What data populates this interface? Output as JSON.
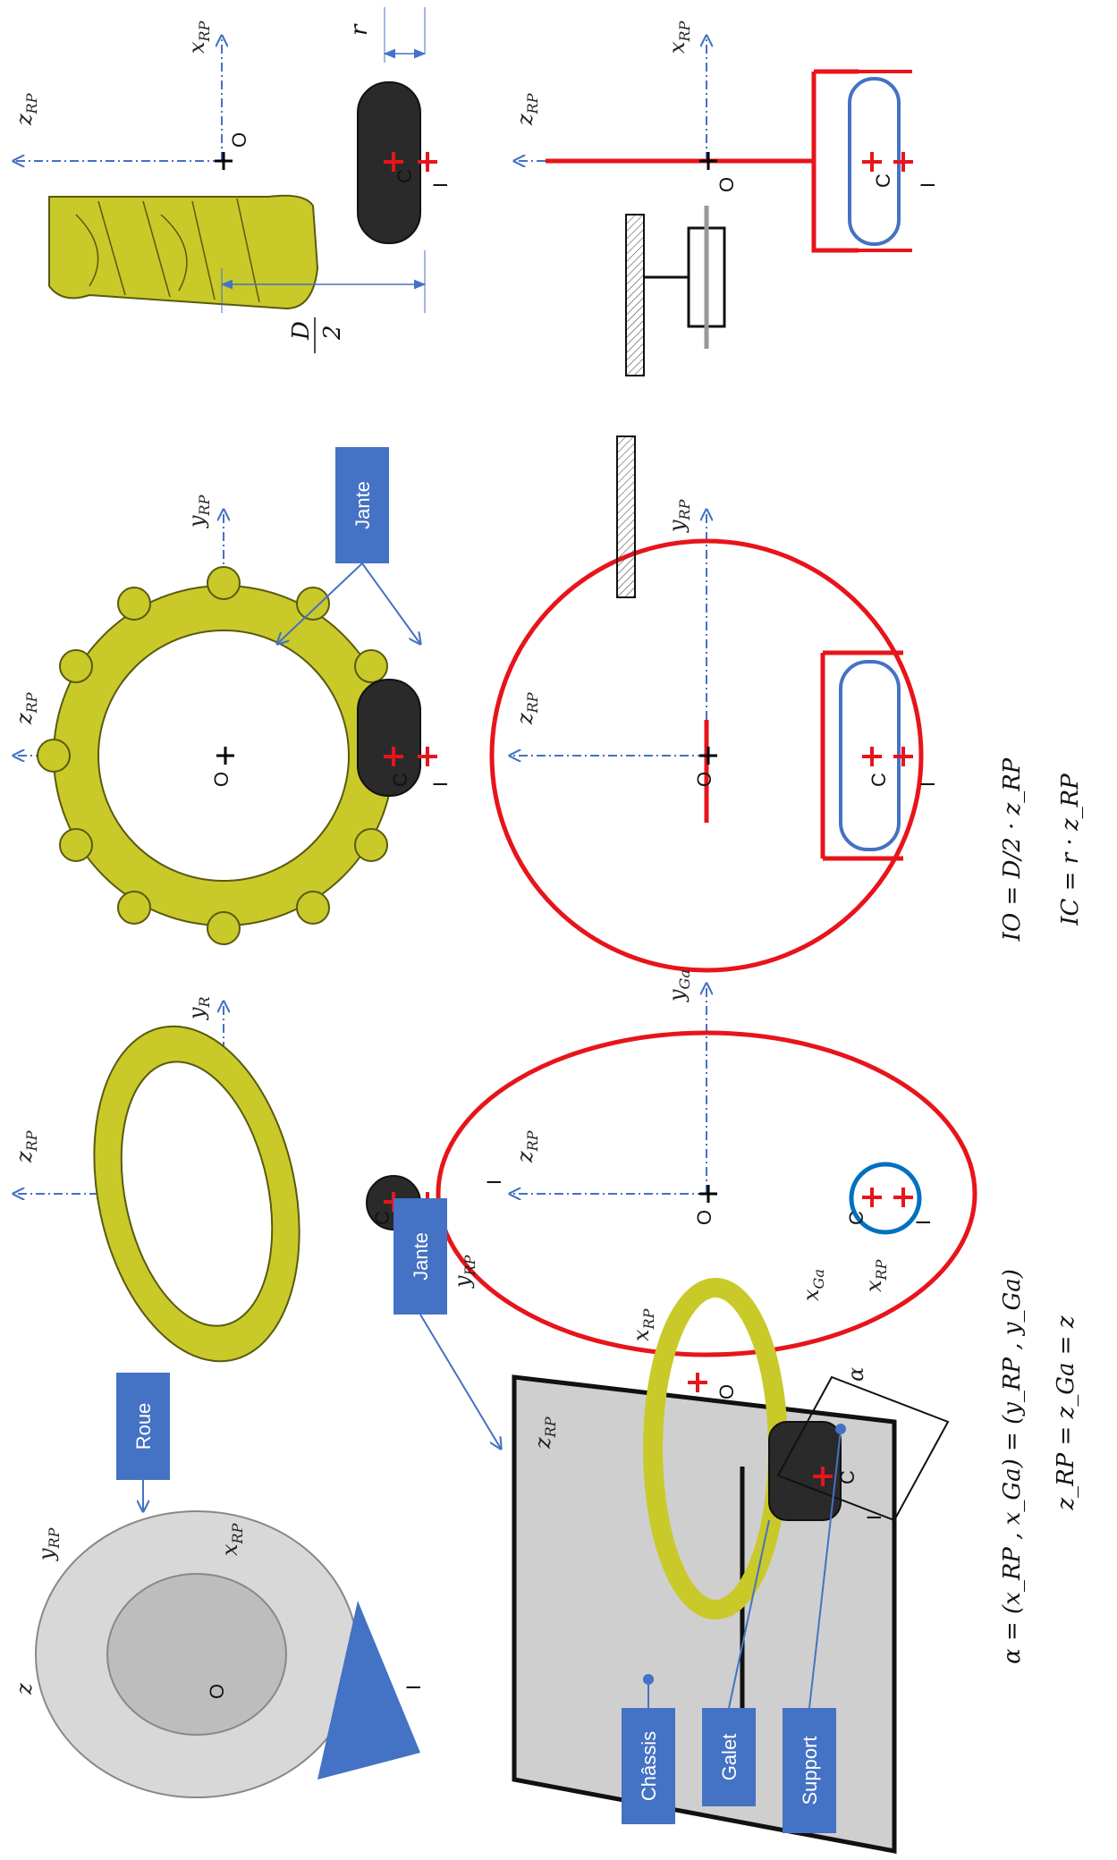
{
  "title": "",
  "colors": {
    "axis": "#4472c4",
    "red": "#e8141b",
    "yellow": "#c9c92a",
    "box": "#4472c4",
    "roller": "#2a2a2a",
    "galet_blue": "#4a72c8"
  },
  "labels": {
    "roue": "Roue",
    "jante": "Jante",
    "jante2": "Jante",
    "chassis": "Châssis",
    "galet": "Galet",
    "support": "Support"
  },
  "points": {
    "O": "O",
    "C": "C",
    "I": "I"
  },
  "axes": {
    "z": "z",
    "x_rp": "x",
    "y_rp": "y",
    "z_rp": "z",
    "y_r": "y",
    "x_ga": "x",
    "y_ga": "y",
    "sub_rp": "RP",
    "sub_r": "R",
    "sub_ga": "Ga",
    "alpha": "α"
  },
  "dims": {
    "D": "D",
    "two": "2",
    "r": "r"
  },
  "formulas": {
    "alpha_def": "α = (x_RP , x_Ga) = (y_RP , y_Ga)",
    "z_eq": "z_RP = z_Ga = z",
    "io": "IO = D/2 · z_RP",
    "ic": "IC = r · z_RP"
  }
}
